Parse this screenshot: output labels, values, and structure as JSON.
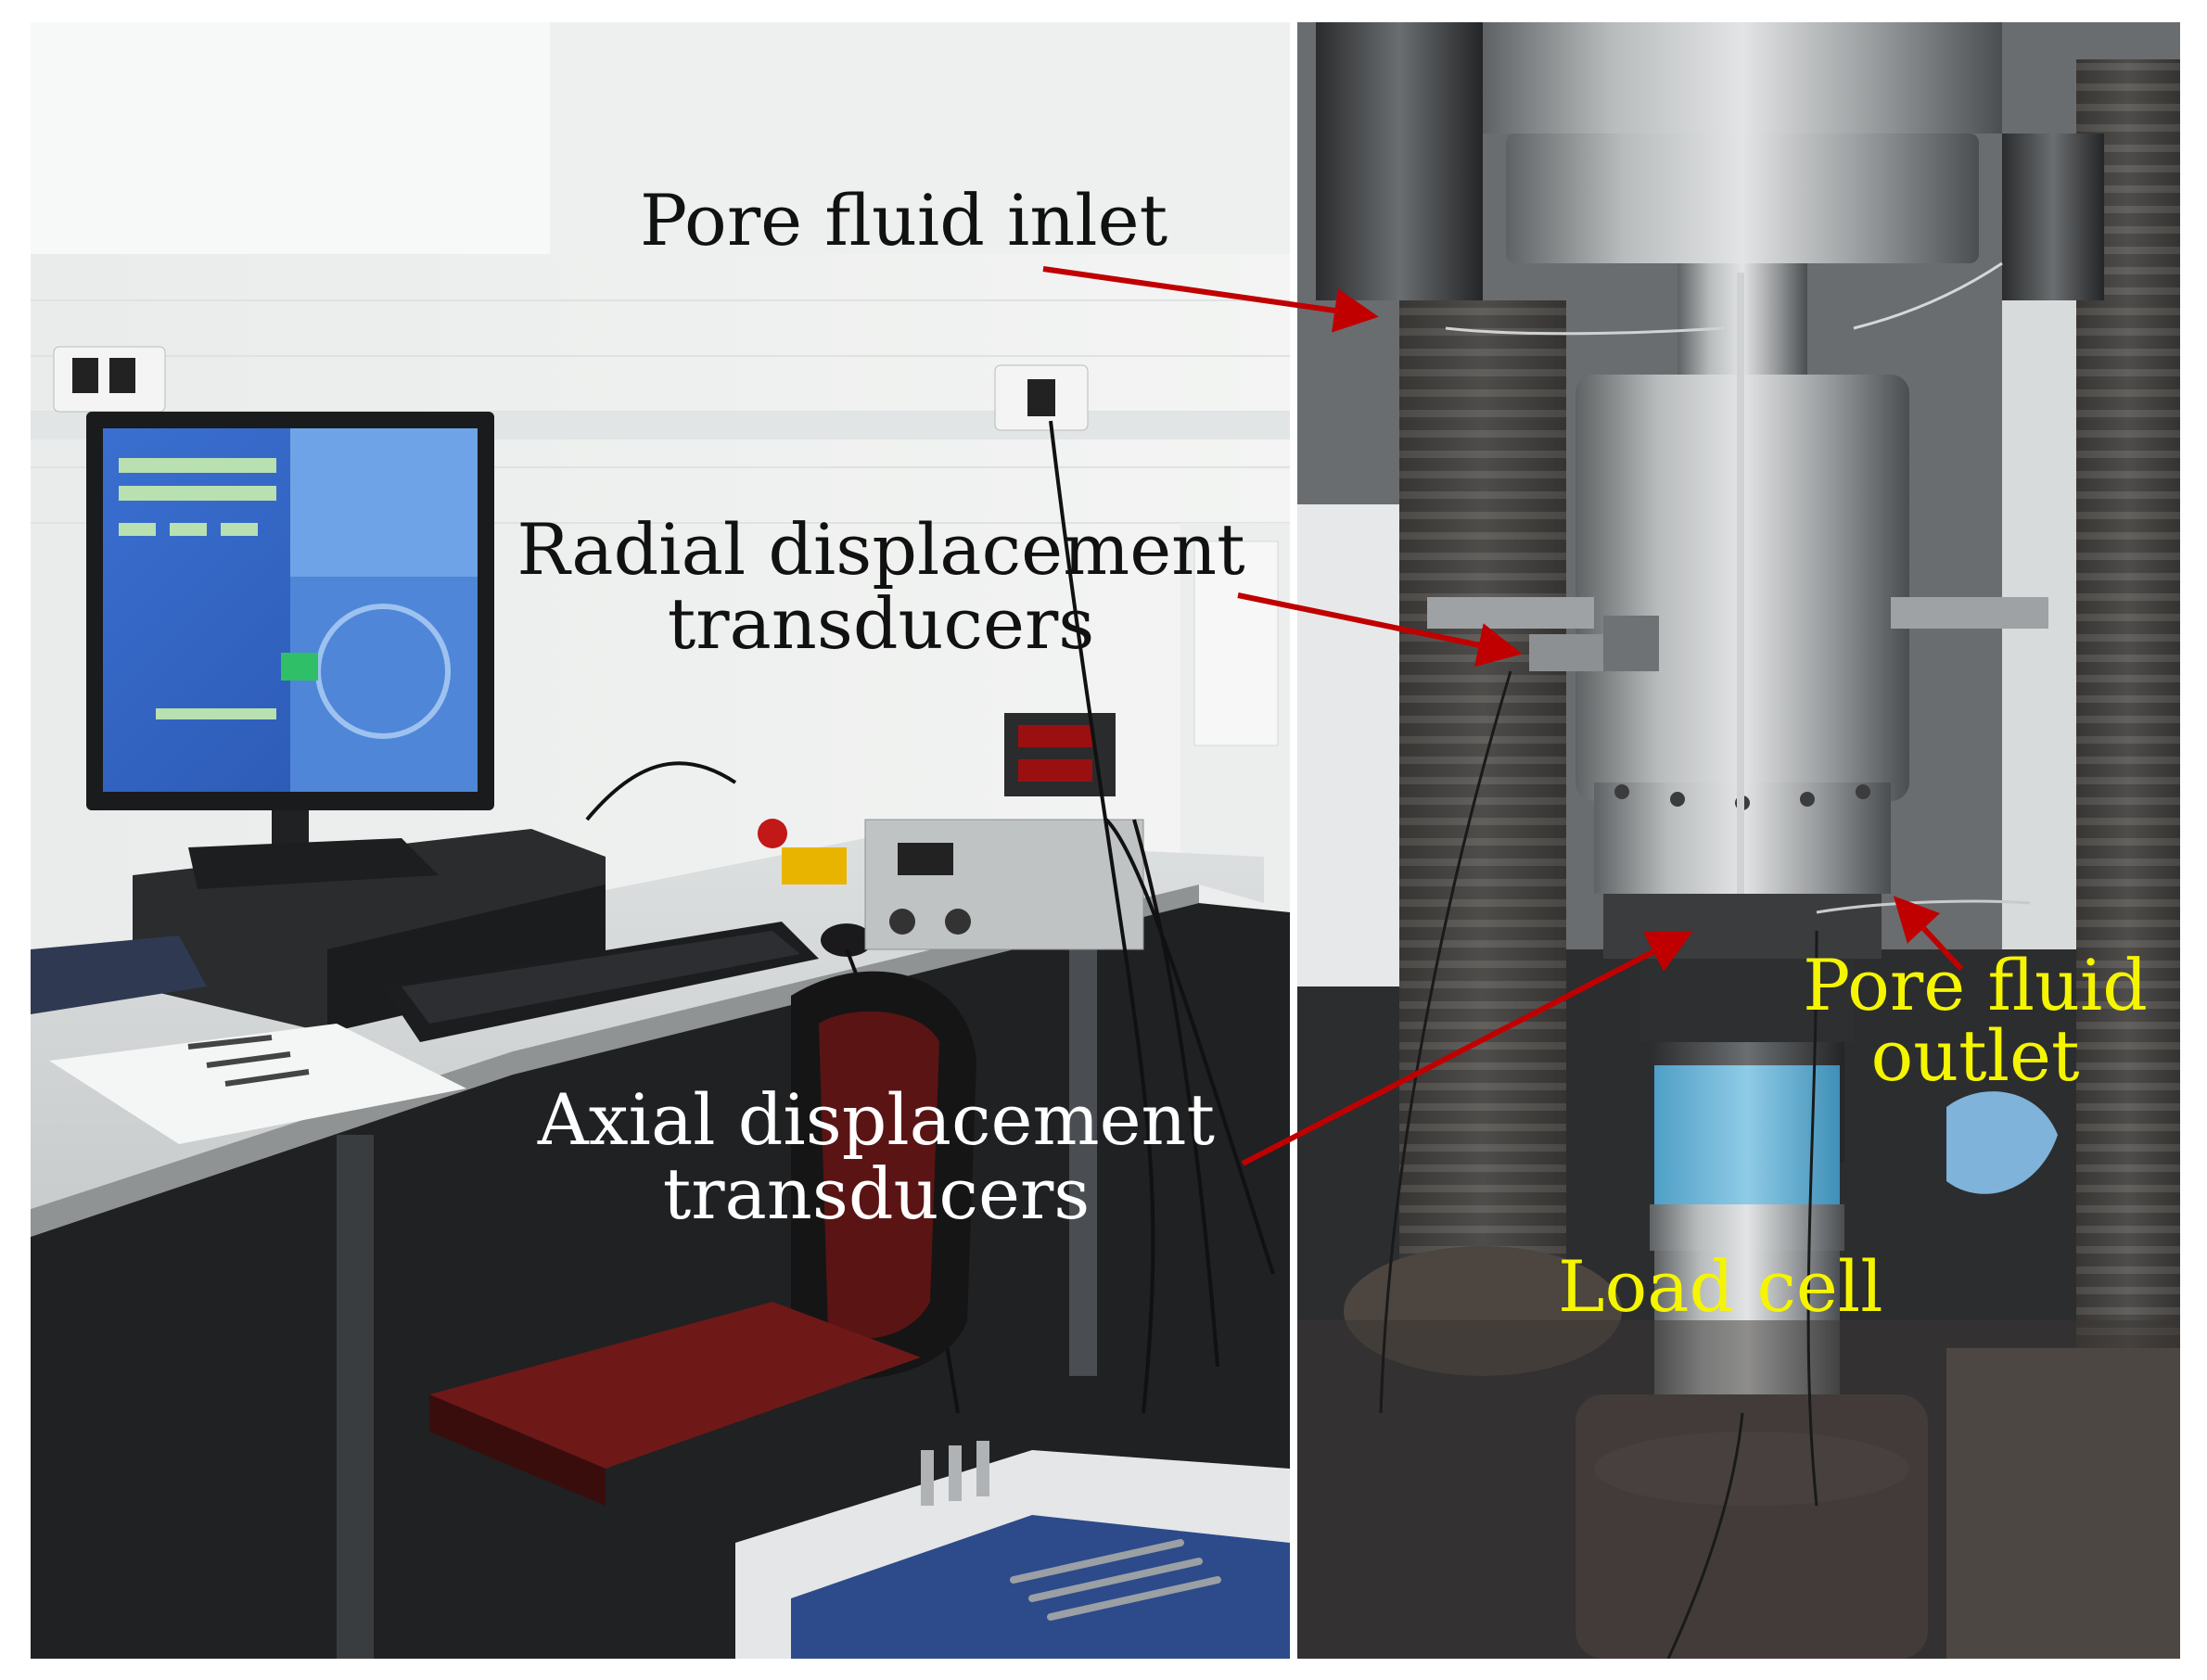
{
  "labels": {
    "pore_fluid_inlet": "Pore fluid  inlet",
    "radial_line1": "Radial displacement",
    "radial_line2": "transducers",
    "axial_line1": "Axial displacement",
    "axial_line2": "transducers",
    "pore_outlet_line1": "Pore fluid",
    "pore_outlet_line2": "outlet",
    "load_cell": "Load cell"
  },
  "colors": {
    "arrow": "#c00000",
    "label_dark": "#111111",
    "label_light": "#ffffff",
    "label_highlight": "#f5f500"
  }
}
